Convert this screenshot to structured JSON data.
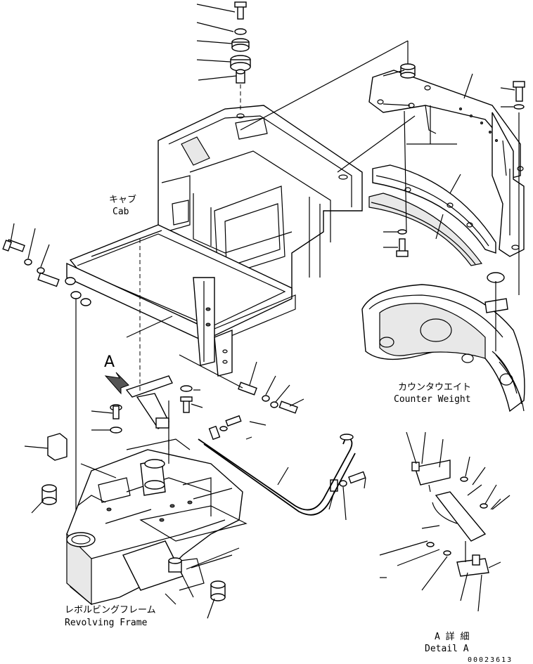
{
  "labels": {
    "cab_jp": "キャブ",
    "cab_en": "Cab",
    "counterweight_jp": "カウンタウエイト",
    "counterweight_en": "Counter Weight",
    "frame_jp": "レボルビングフレーム",
    "frame_en": "Revolving Frame",
    "detail_jp": "A 詳 細",
    "detail_en": "Detail A",
    "view_marker": "A",
    "drawing_number": "00023613"
  }
}
